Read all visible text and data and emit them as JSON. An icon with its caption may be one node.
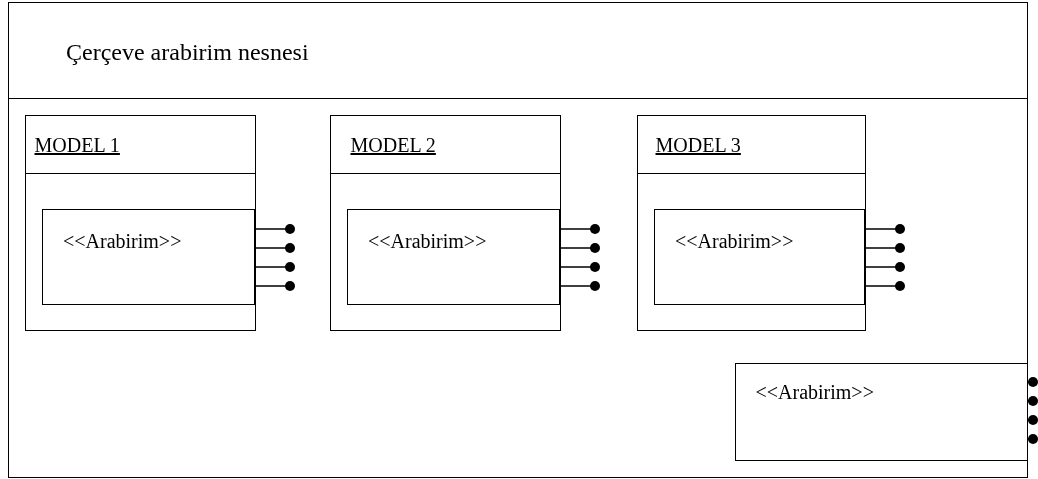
{
  "diagram": {
    "nodes": [
      {
        "text": [
          "Çerçeve arabirim nesnesi"
        ]
      },
      {
        "text": [
          "MODEL 1"
        ],
        "in": 0
      },
      {
        "text": [
          "<<Arabirim>>"
        ],
        "in": 1
      },
      {
        "text": [
          "MODEL 2"
        ],
        "in": 0
      },
      {
        "text": [
          "<<Arabirim>>"
        ],
        "in": 3
      },
      {
        "text": [
          "MODEL 3"
        ],
        "in": 0
      },
      {
        "text": [
          "<<Arabirim>>"
        ],
        "in": 5
      },
      {
        "text": [
          "<<Arabirim>>"
        ],
        "in": 0
      }
    ]
  }
}
